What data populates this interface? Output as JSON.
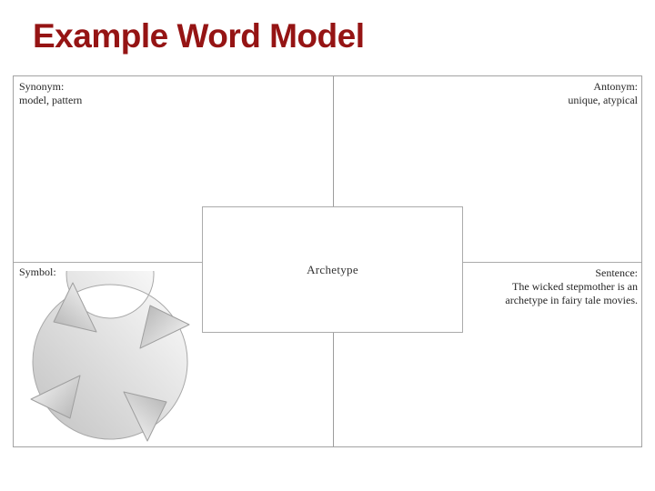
{
  "title": "Example Word Model",
  "colors": {
    "title_red": "#951414",
    "frame_border": "#a3a3a3",
    "label_text": "#262626",
    "cycle_gray_light": "#fbfbfb",
    "cycle_gray_dark": "#c2c2c2"
  },
  "center": {
    "word": "Archetype"
  },
  "quadrants": {
    "synonym": {
      "label": "Synonym:",
      "value": "model, pattern"
    },
    "antonym": {
      "label": "Antonym:",
      "value": "unique, atypical"
    },
    "symbol": {
      "label": "Symbol:",
      "icon": "cycle-arrows-icon"
    },
    "sentence": {
      "label": "Sentence:",
      "value": "The wicked stepmother is an archetype in fairy tale movies."
    }
  }
}
